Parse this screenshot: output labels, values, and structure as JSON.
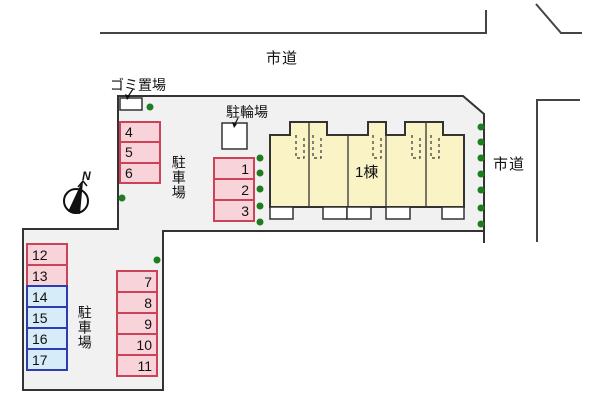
{
  "plan": {
    "roads": {
      "top_label": "市道",
      "right_label": "市道"
    },
    "garbage_area": {
      "label": "ゴミ置場"
    },
    "bicycle_area": {
      "label": "駐輪場"
    },
    "parking_area_upper": {
      "label": "駐車場"
    },
    "parking_area_lower": {
      "label": "駐車場"
    },
    "building": {
      "label": "1棟",
      "units": 5
    },
    "compass": {
      "north_label": "N"
    }
  },
  "parking": {
    "groups": [
      {
        "name": "upper-left",
        "number_align": "left",
        "cells": [
          {
            "label": "4",
            "color": "pink"
          },
          {
            "label": "5",
            "color": "pink"
          },
          {
            "label": "6",
            "color": "pink"
          }
        ]
      },
      {
        "name": "upper-middle",
        "number_align": "right",
        "cells": [
          {
            "label": "1",
            "color": "pink"
          },
          {
            "label": "2",
            "color": "pink"
          },
          {
            "label": "3",
            "color": "pink"
          }
        ]
      },
      {
        "name": "lower-left",
        "number_align": "left",
        "cells": [
          {
            "label": "12",
            "color": "pink"
          },
          {
            "label": "13",
            "color": "pink"
          },
          {
            "label": "14",
            "color": "blue"
          },
          {
            "label": "15",
            "color": "blue"
          },
          {
            "label": "16",
            "color": "blue"
          },
          {
            "label": "17",
            "color": "blue"
          }
        ]
      },
      {
        "name": "lower-middle",
        "number_align": "right",
        "cells": [
          {
            "label": "7",
            "color": "pink"
          },
          {
            "label": "8",
            "color": "pink"
          },
          {
            "label": "9",
            "color": "pink"
          },
          {
            "label": "10",
            "color": "pink"
          },
          {
            "label": "11",
            "color": "pink"
          }
        ]
      }
    ]
  },
  "colors": {
    "site_fill": "#F1F1F1",
    "outline": "#333333",
    "road_line": "#444444",
    "building_fill": "#FAF3C5",
    "space_pink_fill": "#F9D3DA",
    "space_pink_border": "#CC4257",
    "space_blue_fill": "#D6ECF8",
    "space_blue_border": "#2B3DB0",
    "tree_green": "#1E7D1E",
    "white": "#FFFFFF"
  }
}
